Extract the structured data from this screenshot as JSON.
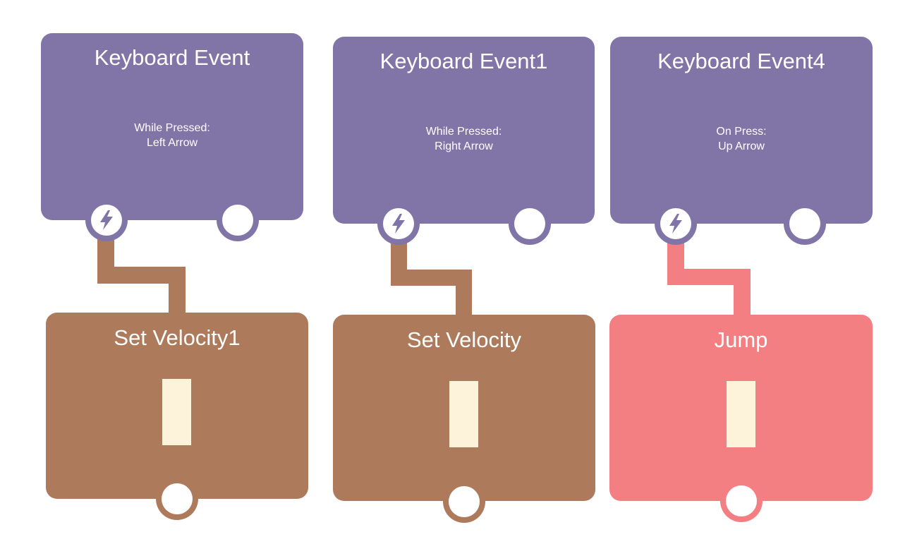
{
  "colors": {
    "event": "#8174a6",
    "velocity": "#ae7a5c",
    "jump": "#f47f83",
    "gauge": "#fdf3da",
    "port_inner": "#ffffff",
    "text": "#ffffff"
  },
  "events": [
    {
      "title": "Keyboard Event",
      "mode": "While Pressed:",
      "key": "Left Arrow",
      "trigger_icon": "lightning-icon"
    },
    {
      "title": "Keyboard Event1",
      "mode": "While Pressed:",
      "key": "Right Arrow",
      "trigger_icon": "lightning-icon"
    },
    {
      "title": "Keyboard Event4",
      "mode": "On Press:",
      "key": "Up Arrow",
      "trigger_icon": "lightning-icon"
    }
  ],
  "actions": [
    {
      "title": "Set Velocity1",
      "type": "velocity"
    },
    {
      "title": "Set Velocity",
      "type": "velocity"
    },
    {
      "title": "Jump",
      "type": "jump"
    }
  ],
  "connections": [
    {
      "from": "Keyboard Event",
      "to": "Set Velocity1"
    },
    {
      "from": "Keyboard Event1",
      "to": "Set Velocity"
    },
    {
      "from": "Keyboard Event4",
      "to": "Jump"
    }
  ]
}
